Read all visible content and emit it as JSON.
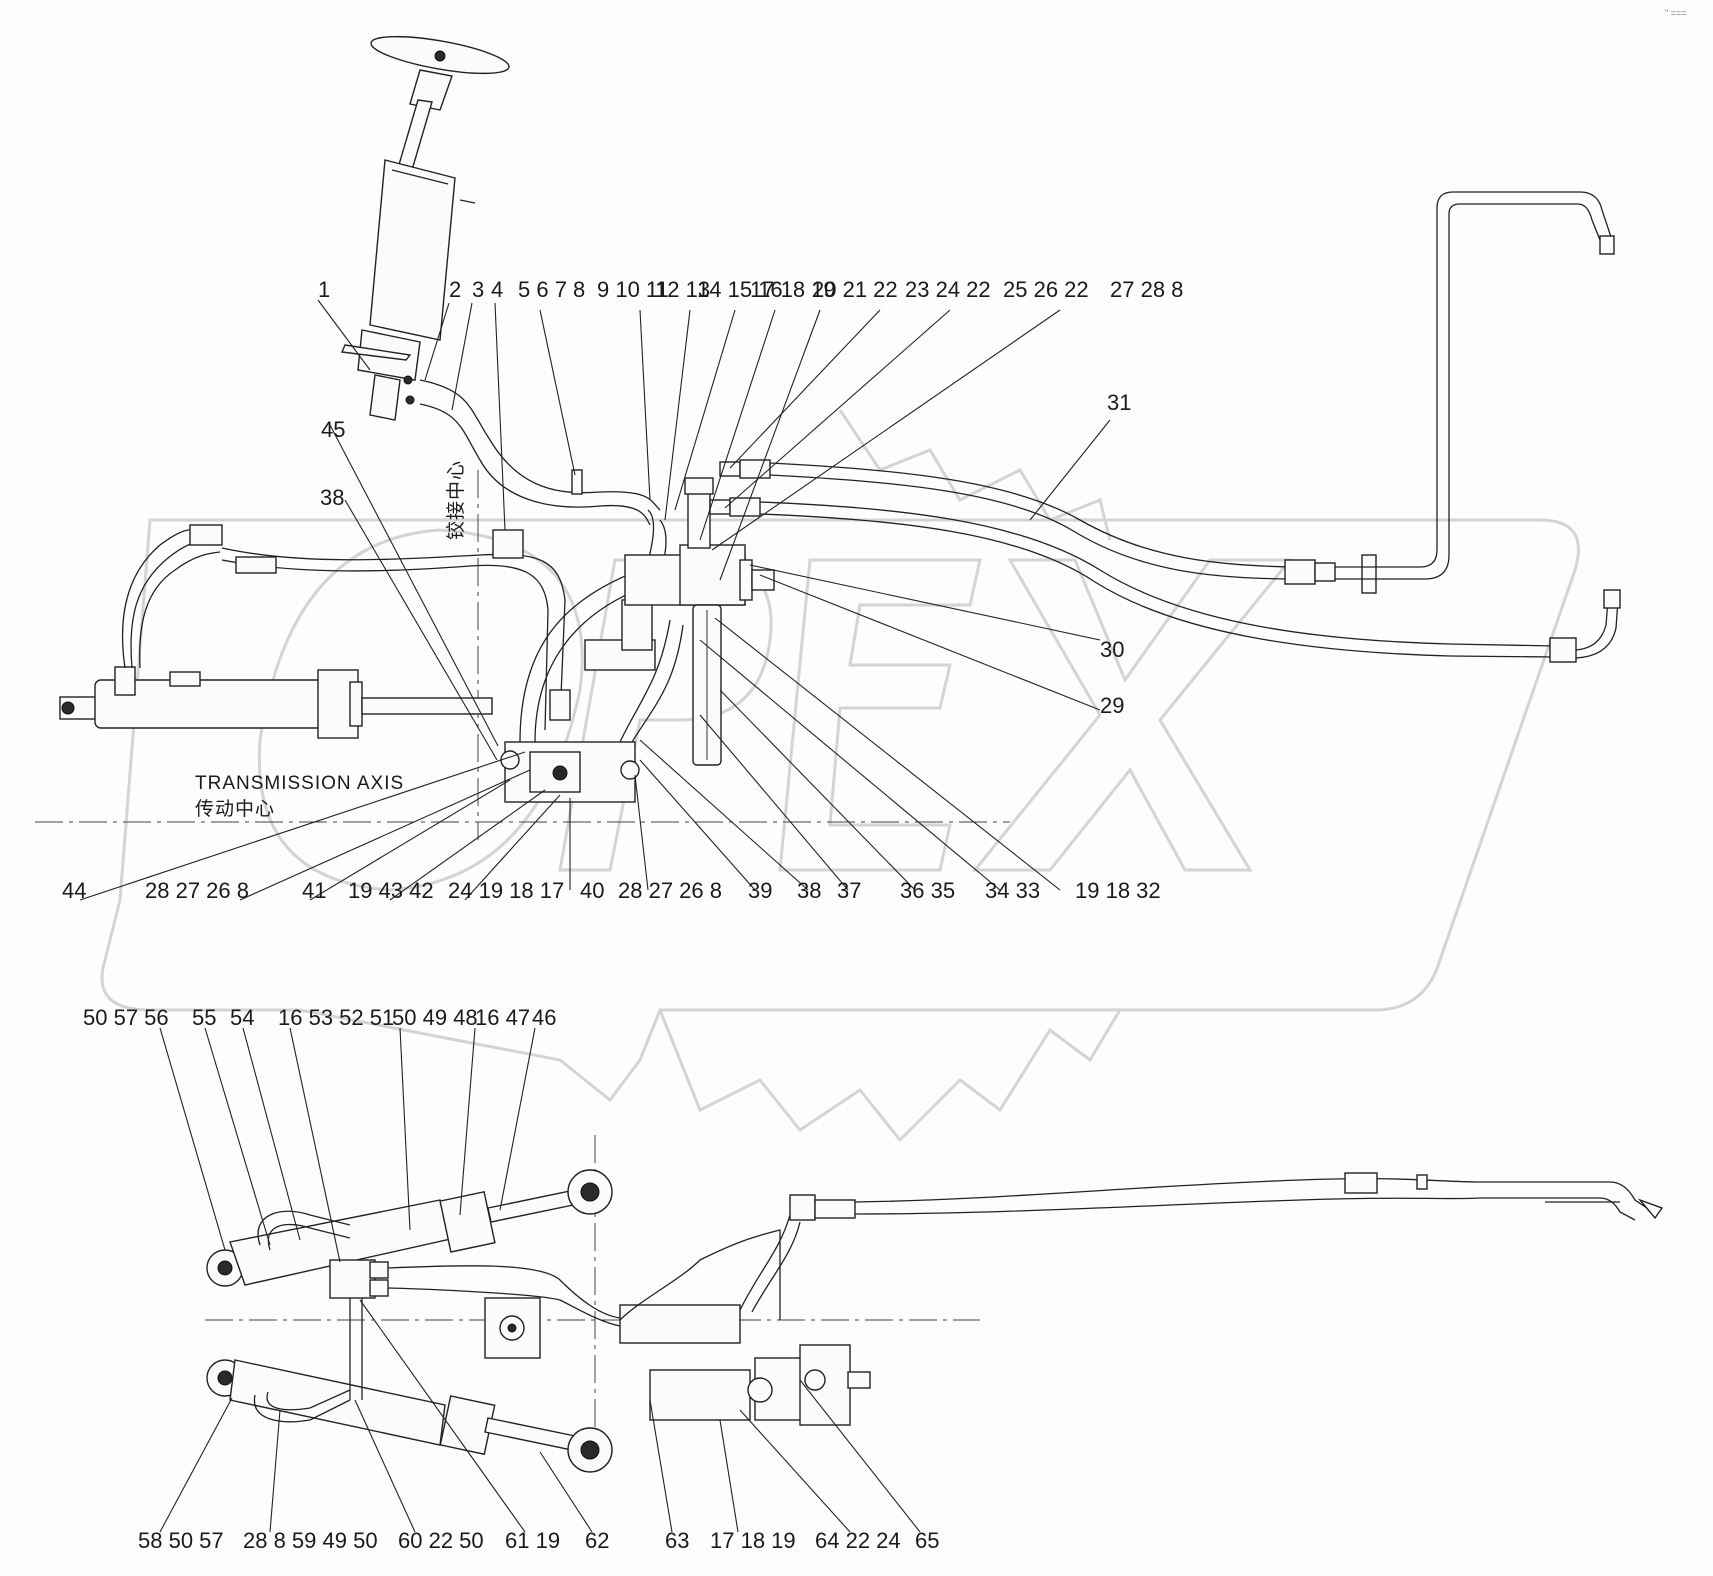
{
  "watermark": "OPEX",
  "corner_mark": "\" ===",
  "notes": {
    "transmission_axis": "TRANSMISSION AXIS",
    "transmission_axis_cn": "传动中心",
    "vertical_axis_cn": "铰接中心"
  },
  "top_callouts": [
    "1",
    "2",
    "3",
    "4",
    "5 6 7 8",
    "9 10 11",
    "12 13",
    "14 15 16",
    "17 18 19",
    "20 21 22",
    "23 24 22",
    "25 26 22",
    "27 28 8",
    "31",
    "45",
    "38",
    "30",
    "29",
    "44",
    "28 27 26 8",
    "41",
    "19 43 42",
    "24 19 18 17",
    "40",
    "28 27 26 8",
    "39",
    "38",
    "37",
    "36 35",
    "34 33",
    "19 18 32"
  ],
  "bottom_callouts": [
    "50 57 56",
    "55",
    "54",
    "16 53 52 51",
    "50 49 48",
    "16 47",
    "46",
    "58 50 57",
    "28 8 59 49 50",
    "60 22 50",
    "61 19",
    "62",
    "63",
    "17 18 19",
    "64 22 24",
    "65"
  ]
}
